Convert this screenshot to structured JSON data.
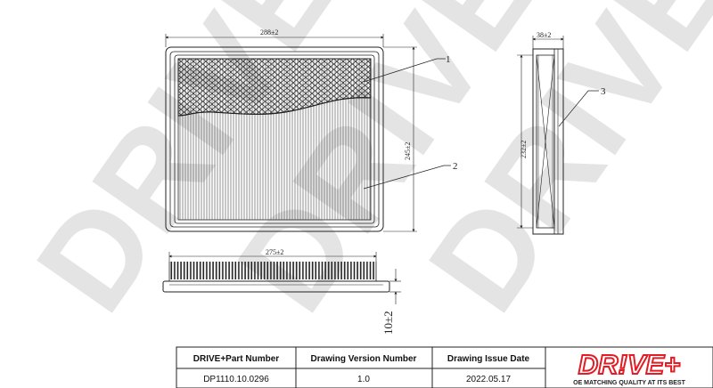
{
  "watermark": "DRIVE+",
  "dimensions": {
    "top_width": "288±2",
    "top_height": "245±2",
    "side_depth": "38±2",
    "side_height": "232±2",
    "bottom_width": "275±2",
    "bottom_thickness": "10±2"
  },
  "callouts": [
    "1",
    "2",
    "3"
  ],
  "title_block": {
    "headers": [
      "DRIVE+Part Number",
      "Drawing Version Number",
      "Drawing Issue Date"
    ],
    "values": [
      "DP1110.10.0296",
      "1.0",
      "2022.05.17"
    ]
  },
  "logo": {
    "text": "DR!VE+",
    "tagline": "OE MATCHING QUALITY AT ITS BEST",
    "color": "#e11c24"
  }
}
